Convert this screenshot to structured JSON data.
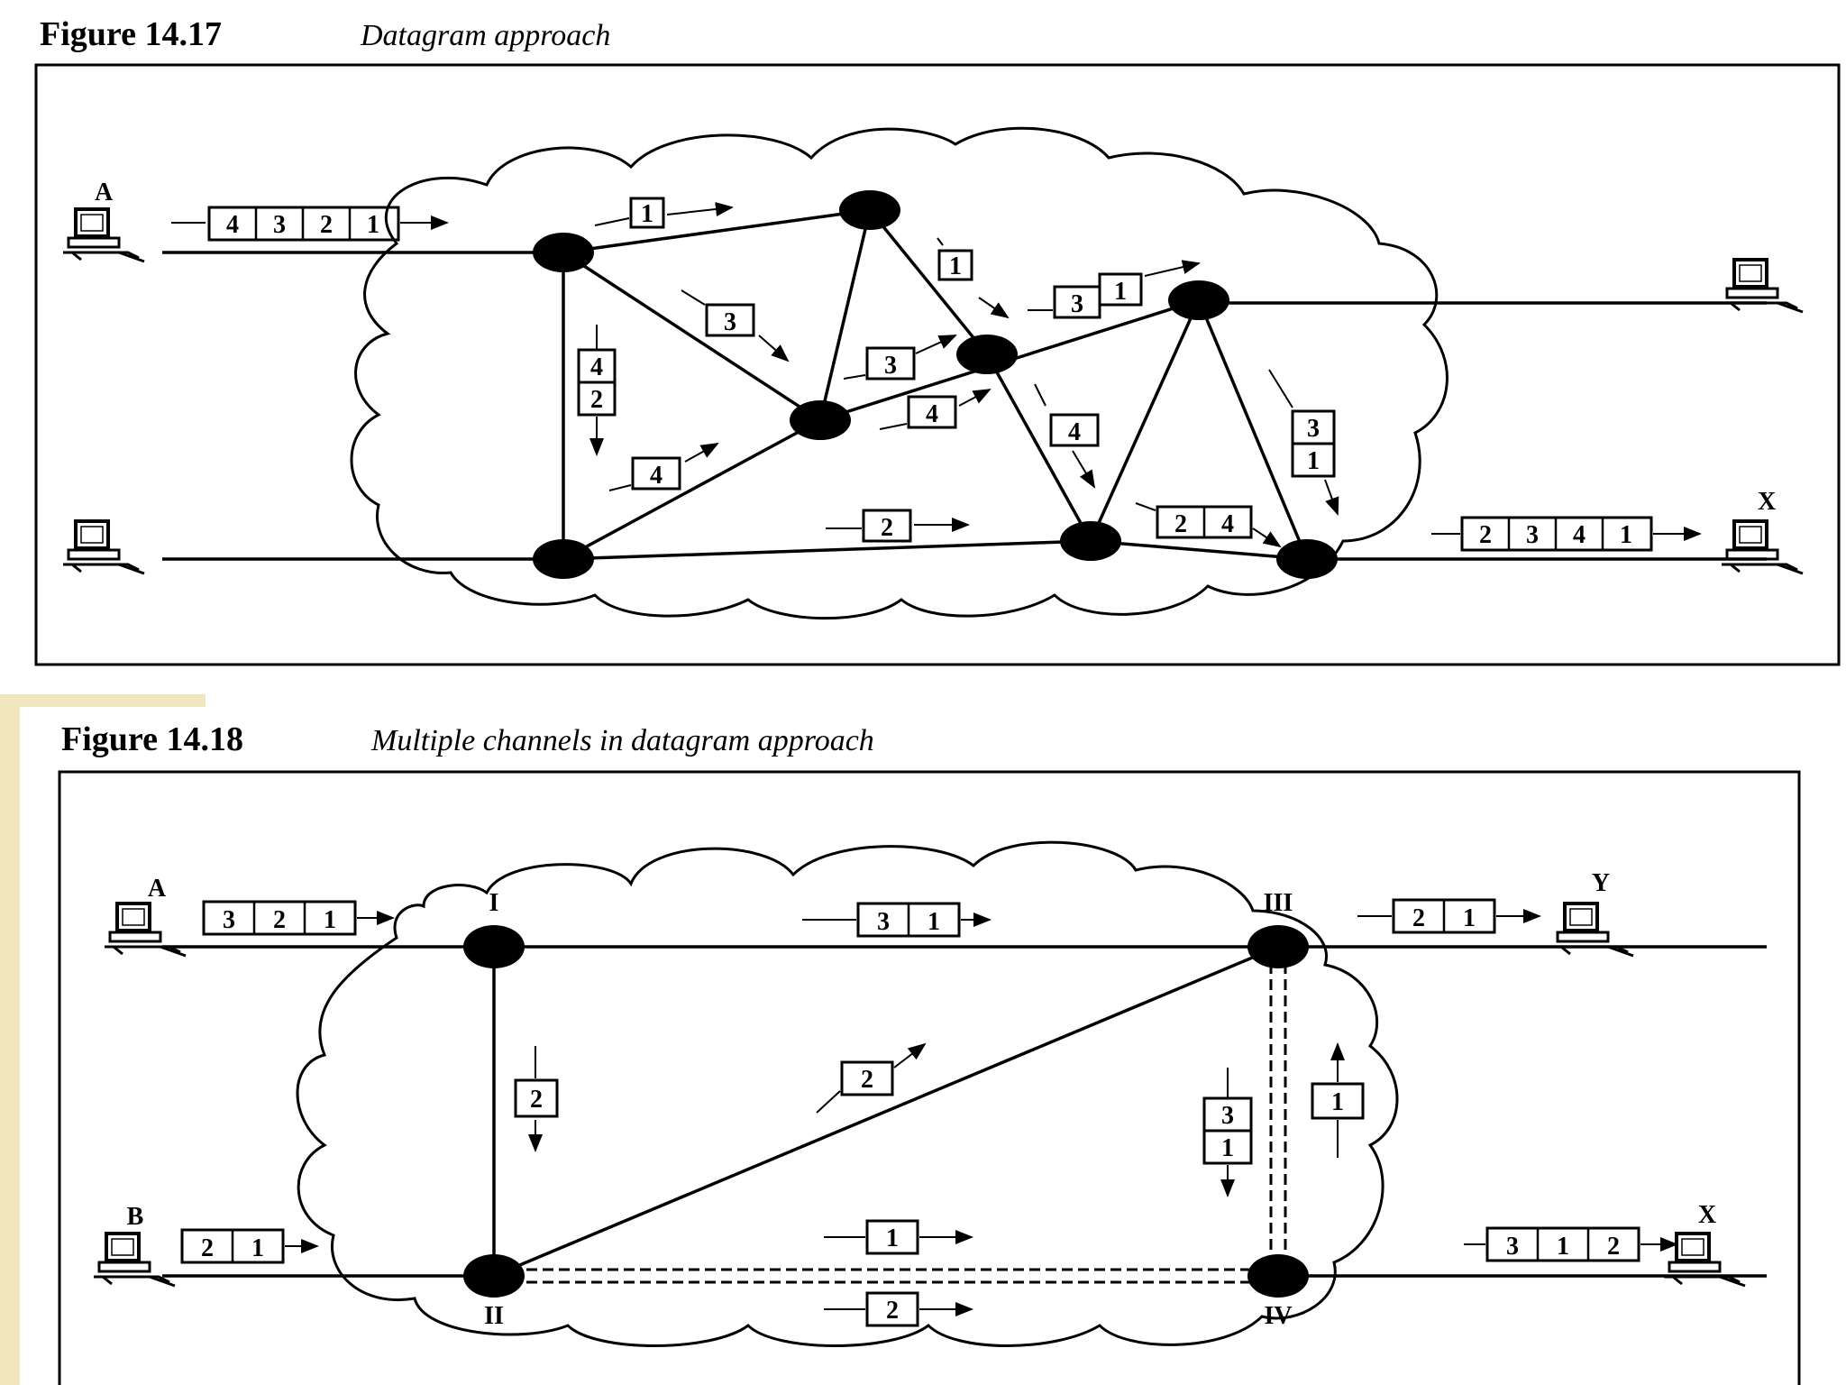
{
  "figure1": {
    "number": "Figure 14.17",
    "title": "Datagram approach",
    "host_labels": {
      "A": "A",
      "X": "X"
    },
    "sequences": {
      "source": [
        "4",
        "3",
        "2",
        "1"
      ],
      "destination": [
        "2",
        "3",
        "4",
        "1"
      ]
    },
    "packets": {
      "p1_top": "1",
      "p1_mid": "1",
      "p3_a": "3",
      "p42_top": "4",
      "p42_bot": "2",
      "p3_b": "3",
      "p4_a": "4",
      "p4_b": "4",
      "p4_c": "4",
      "p31_a": "3",
      "p31_b": "1",
      "p2": "2",
      "p24_a": "2",
      "p24_b": "4",
      "p31r_top": "3",
      "p31r_bot": "1"
    }
  },
  "figure2": {
    "number": "Figure 14.18",
    "title": "Multiple channels in datagram approach",
    "host_labels": {
      "A": "A",
      "B": "B",
      "Y": "Y",
      "X": "X"
    },
    "node_labels": {
      "I": "I",
      "II": "II",
      "III": "III",
      "IV": "IV"
    },
    "sequences": {
      "from_A": [
        "3",
        "2",
        "1"
      ],
      "from_B": [
        "2",
        "1"
      ],
      "to_Y": [
        "2",
        "1"
      ],
      "to_X": [
        "3",
        "1",
        "2"
      ],
      "I_to_III": [
        "3",
        "1"
      ]
    },
    "packets": {
      "I_II": "2",
      "II_III": "2",
      "IV_up": "1",
      "III_down_top": "3",
      "III_down_bot": "1",
      "II_IV_a": "1",
      "II_IV_b": "2"
    }
  }
}
